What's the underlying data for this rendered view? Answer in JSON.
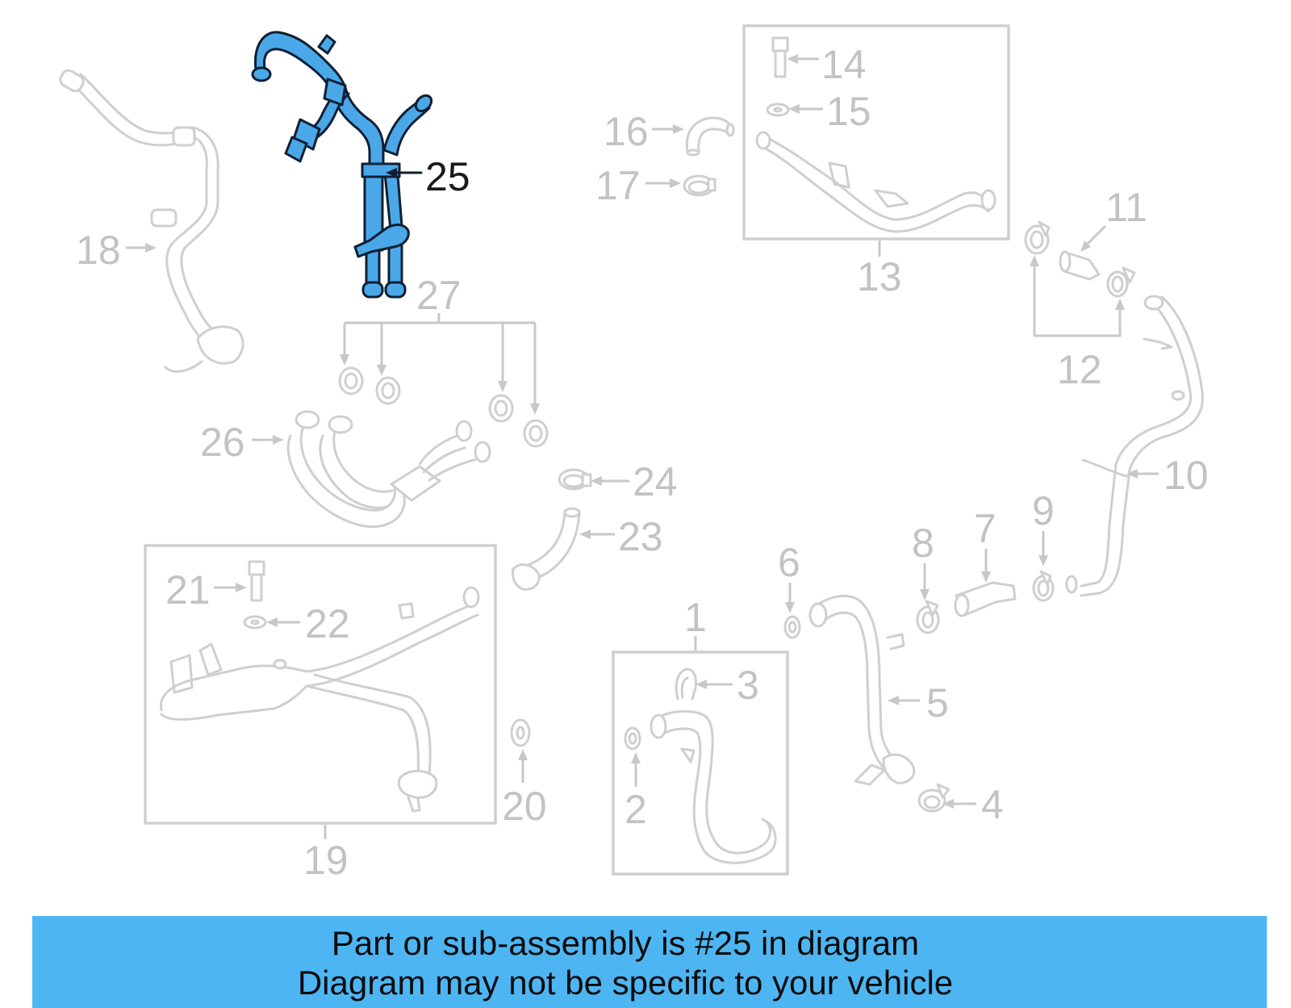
{
  "diagram": {
    "highlight_color": "#4aa8e8",
    "part_color": "#cfcfcf",
    "callouts": {
      "c1": "1",
      "c2": "2",
      "c3": "3",
      "c4": "4",
      "c5": "5",
      "c6": "6",
      "c7": "7",
      "c8": "8",
      "c9": "9",
      "c10": "10",
      "c11": "11",
      "c12": "12",
      "c13": "13",
      "c14": "14",
      "c15": "15",
      "c16": "16",
      "c17": "17",
      "c18": "18",
      "c19": "19",
      "c20": "20",
      "c21": "21",
      "c22": "22",
      "c23": "23",
      "c24": "24",
      "c25": "25",
      "c26": "26",
      "c27": "27"
    },
    "highlighted_part": "25"
  },
  "banner": {
    "background": "#4db6f2",
    "line1": "Part or sub-assembly is #25 in diagram",
    "line2": "Diagram may not be specific to your vehicle"
  }
}
